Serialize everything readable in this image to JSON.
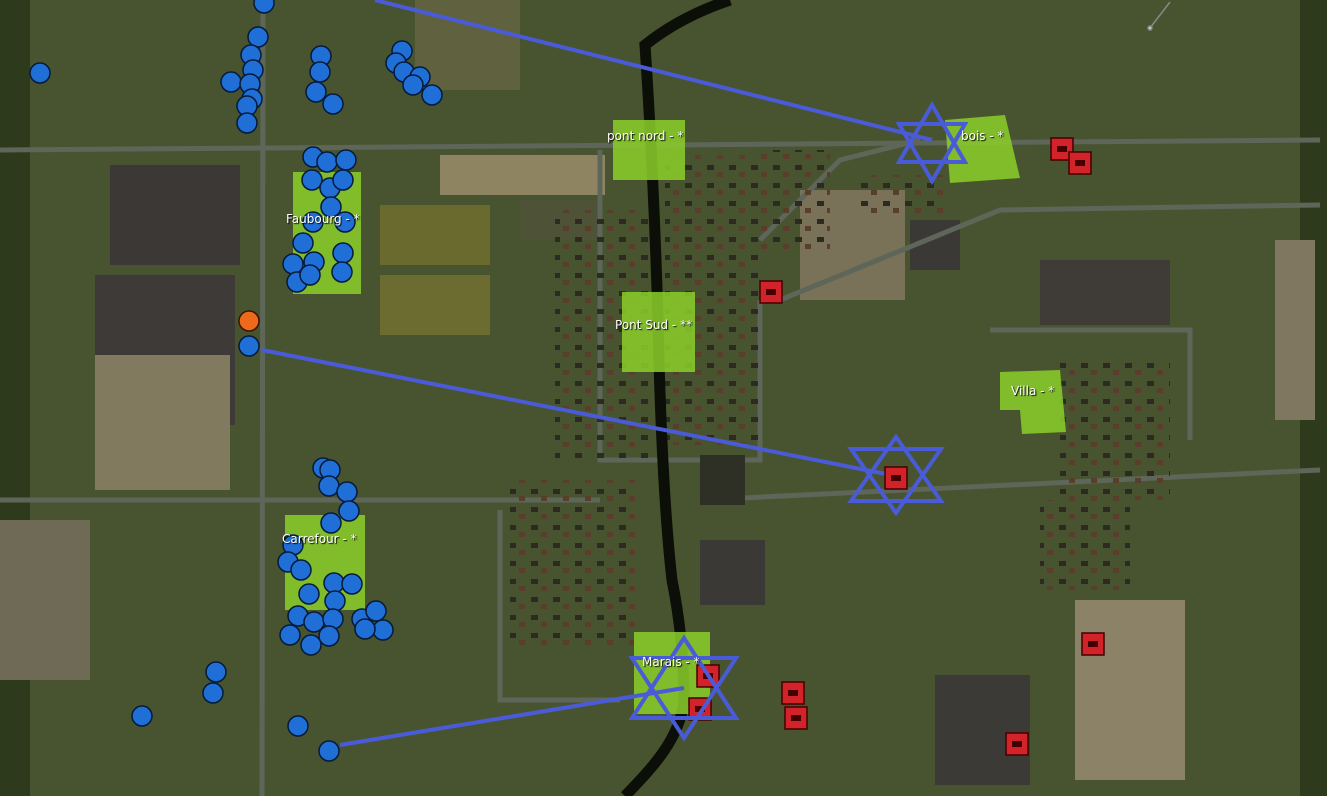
{
  "zones": [
    {
      "id": "pont-nord",
      "label": "pont nord - *"
    },
    {
      "id": "bois",
      "label": "bois - *"
    },
    {
      "id": "faubourg",
      "label": "Faubourg - *"
    },
    {
      "id": "pont-sud",
      "label": "Pont Sud - **"
    },
    {
      "id": "villa",
      "label": "Villa - *"
    },
    {
      "id": "carrefour",
      "label": "Carrefour - *"
    },
    {
      "id": "marais",
      "label": "Marais - *"
    }
  ],
  "colors": {
    "terrain": "#48542f",
    "zone_fill": "#8ccf2a",
    "river": "#0c0e08",
    "road": "#5e6659",
    "friendly_unit": "#1f6fd6",
    "enemy_unit": "#d2232a",
    "objective_marker": "#4a5bd8",
    "hq_flag": "#ee6a1a"
  },
  "icons": {
    "friendly": "blue-unit-icon",
    "enemy": "red-unit-icon",
    "hq": "flag-icon",
    "objective": "star-of-david-objective-icon"
  }
}
